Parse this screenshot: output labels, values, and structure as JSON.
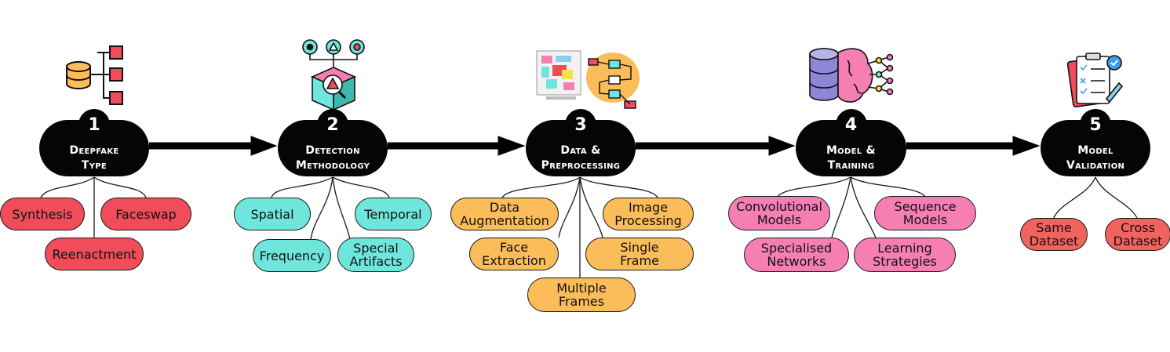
{
  "colors": {
    "stage": "#050505",
    "arrow": "#000000",
    "red": "#f04c5a",
    "teal": "#6fe6dc",
    "orange": "#fbbd5a",
    "pink": "#f57fb3",
    "salmon": "#f0635e"
  },
  "stages": [
    {
      "number": "1",
      "title": "Deepfake\nType",
      "icon": "database-hierarchy-icon",
      "items": [
        "Synthesis",
        "Faceswap",
        "Reenactment"
      ]
    },
    {
      "number": "2",
      "title": "Detection\nMethodology",
      "icon": "detection-box-icon",
      "items": [
        "Spatial",
        "Temporal",
        "Frequency",
        "Special\nArtifacts"
      ]
    },
    {
      "number": "3",
      "title": "Data &\nPreprocessing",
      "icon": "data-flow-icon",
      "items": [
        "Data\nAugmentation",
        "Image\nProcessing",
        "Face\nExtraction",
        "Single\nFrame",
        "Multiple\nFrames"
      ]
    },
    {
      "number": "4",
      "title": "Model &\nTraining",
      "icon": "brain-network-icon",
      "items": [
        "Convolutional\nModels",
        "Sequence\nModels",
        "Specialised\nNetworks",
        "Learning\nStrategies"
      ]
    },
    {
      "number": "5",
      "title": "Model\nValidation",
      "icon": "checklist-icon",
      "items": [
        "Same\nDataset",
        "Cross\nDataset"
      ]
    }
  ]
}
